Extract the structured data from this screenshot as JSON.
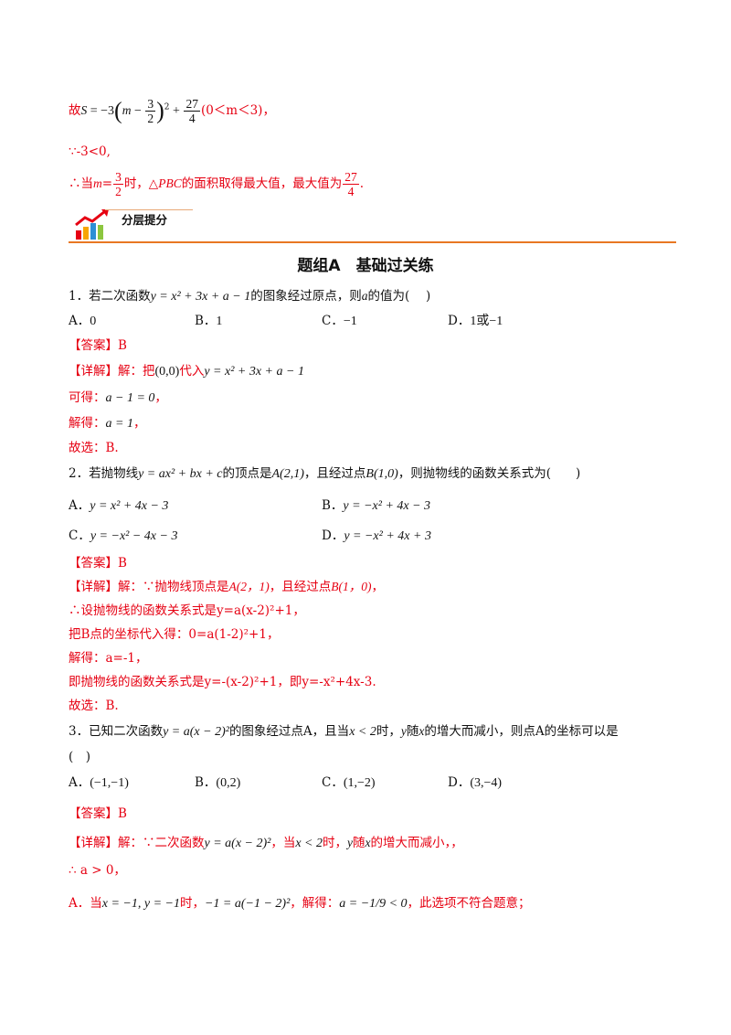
{
  "top": {
    "s_prefix": "故",
    "s_var": "S",
    "s_eq": " = −3",
    "s_m": "m",
    "s_minus": " − ",
    "s_frac_num": "3",
    "s_frac_den": "2",
    "s_sq": "2",
    "s_plus": " + ",
    "s_frac2_num": "27",
    "s_frac2_den": "4",
    "s_range": "(0＜m＜3)，",
    "because": "∵-3<0,",
    "therefore_prefix": "∴当",
    "therefore_m": "m",
    "therefore_eq": "=",
    "therefore_frac_num": "3",
    "therefore_frac_den": "2",
    "therefore_mid": "时，△",
    "therefore_pbc": "PBC",
    "therefore_tail": "的面积取得最大值，最大值为",
    "therefore_frac2_num": "27",
    "therefore_frac2_den": "4",
    "therefore_end": "."
  },
  "banner": {
    "label": "分层提分",
    "accent": "#e87722",
    "icon_colors": [
      "#e60012",
      "#f7a600",
      "#2d8fd5",
      "#8cc63f"
    ]
  },
  "section_title": "题组A　基础过关练",
  "q1": {
    "stem_a": "1．若二次函数",
    "stem_formula": "y = x² + 3x + a − 1",
    "stem_b": "的图象经过原点，则",
    "stem_var": "a",
    "stem_c": "的值为(　 )",
    "options": [
      {
        "label": "A．",
        "value": "0"
      },
      {
        "label": "B．",
        "value": "1"
      },
      {
        "label": "C．",
        "value": "−1"
      },
      {
        "label": "D．",
        "value": "1或−1"
      }
    ],
    "answer": "【答案】B",
    "detail_a": "【详解】解：把",
    "detail_pt": "(0,0)",
    "detail_b": "代入",
    "detail_formula": "y = x² + 3x + a − 1",
    "step1_a": "可得：",
    "step1_formula": "a − 1 = 0",
    "step1_b": "，",
    "step2_a": "解得：",
    "step2_formula": "a = 1",
    "step2_b": "，",
    "choose": "故选：B."
  },
  "q2": {
    "stem_a": "2．若抛物线",
    "stem_formula": "y = ax² + bx + c",
    "stem_b": "的顶点是",
    "stem_A": "A(2,1)",
    "stem_c": "，且经过点",
    "stem_B": "B(1,0)",
    "stem_d": "，则抛物线的函数关系式为(　　)",
    "options": [
      {
        "label": "A．",
        "value": "y = x² + 4x − 3"
      },
      {
        "label": "B．",
        "value": "y = −x² + 4x − 3"
      },
      {
        "label": "C．",
        "value": "y = −x² − 4x − 3"
      },
      {
        "label": "D．",
        "value": "y = −x² + 4x + 3"
      }
    ],
    "answer": "【答案】B",
    "detail_a": "【详解】解：∵抛物线顶点是",
    "detail_A": "A(2，1)",
    "detail_b": "，且经过点",
    "detail_B": "B(1，0)",
    "detail_c": "，",
    "line2": "∴设抛物线的函数关系式是y=a(x-2)²+1，",
    "line3": "把B点的坐标代入得：0=a(1-2)²+1，",
    "line4": "解得：a=-1，",
    "line5": "即抛物线的函数关系式是y=-(x-2)²+1，即y=-x²+4x-3.",
    "choose": "故选：B."
  },
  "q3": {
    "stem_a": "3．已知二次函数",
    "stem_formula": "y = a(x − 2)²",
    "stem_b": "的图象经过点A，且当",
    "stem_cond": "x < 2",
    "stem_c": "时，",
    "stem_y": "y",
    "stem_d": "随",
    "stem_x": "x",
    "stem_e": "的增大而减小，则点A的坐标可以是",
    "stem_paren": "(　)",
    "options": [
      {
        "label": "A．",
        "value": "(−1,−1)"
      },
      {
        "label": "B．",
        "value": "(0,2)"
      },
      {
        "label": "C．",
        "value": "(1,−2)"
      },
      {
        "label": "D．",
        "value": "(3,−4)"
      }
    ],
    "answer": "【答案】B",
    "detail_a": "【详解】解：∵二次函数",
    "detail_formula": "y = a(x − 2)²",
    "detail_b": "，当",
    "detail_cond": "x < 2",
    "detail_c": "时，",
    "detail_y": "y",
    "detail_d": "随",
    "detail_x": "x",
    "detail_e": "的增大而减小，，",
    "line2": "∴ a > 0，",
    "line3_a": "A．当",
    "line3_pt": "x = −1, y = −1",
    "line3_b": "时，",
    "line3_eq": "−1 = a(−1 − 2)²",
    "line3_c": "，解得：",
    "line3_res": "a = −1/9 < 0",
    "line3_d": "，此选项不符合题意；"
  }
}
